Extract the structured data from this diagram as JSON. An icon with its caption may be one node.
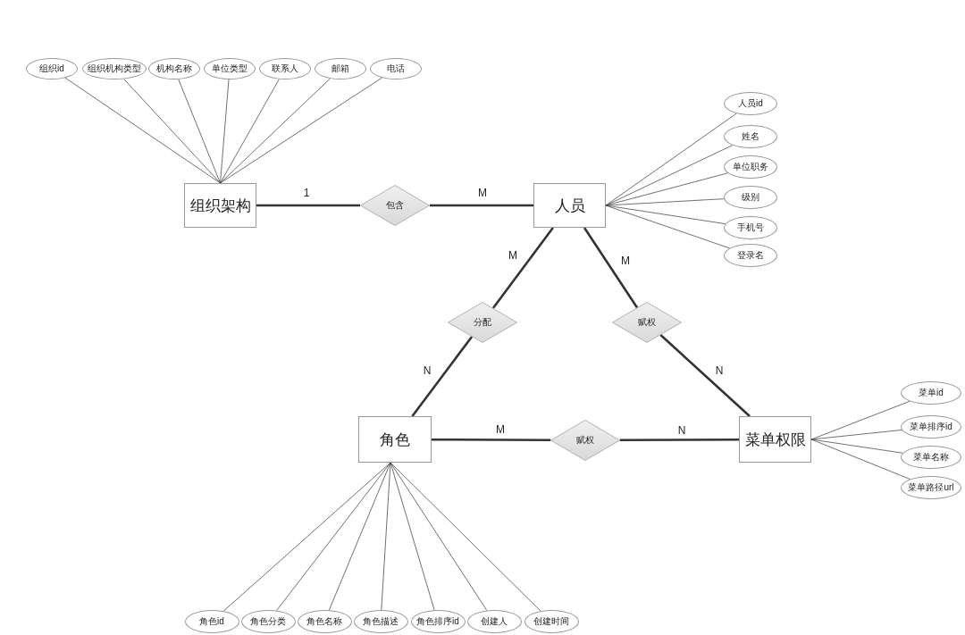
{
  "diagram": {
    "nodes": [
      {
        "text": [
          "组织id"
        ]
      },
      {
        "text": [
          "组织机构类型"
        ]
      },
      {
        "text": [
          "机构名称"
        ]
      },
      {
        "text": [
          "单位类型"
        ]
      },
      {
        "text": [
          "联系人"
        ]
      },
      {
        "text": [
          "邮箱"
        ]
      },
      {
        "text": [
          "电话"
        ]
      },
      {
        "text": [
          "人员id"
        ]
      },
      {
        "text": [
          "姓名"
        ]
      },
      {
        "text": [
          "单位职务"
        ]
      },
      {
        "text": [
          "级别"
        ]
      },
      {
        "text": [
          "手机号"
        ]
      },
      {
        "text": [
          "登录名"
        ]
      },
      {
        "text": [
          "组织架构"
        ]
      },
      {
        "text": [
          "包含"
        ]
      },
      {
        "text": [
          "人员"
        ]
      },
      {
        "text": [
          "分配"
        ]
      },
      {
        "text": [
          "赋权"
        ]
      },
      {
        "text": [
          "角色"
        ]
      },
      {
        "text": [
          "赋权"
        ]
      },
      {
        "text": [
          "菜单权限"
        ]
      },
      {
        "text": [
          "菜单id"
        ]
      },
      {
        "text": [
          "菜单排序id"
        ]
      },
      {
        "text": [
          "菜单名称"
        ]
      },
      {
        "text": [
          "菜单路径url"
        ]
      },
      {
        "text": [
          "角色id"
        ]
      },
      {
        "text": [
          "角色分类"
        ]
      },
      {
        "text": [
          "角色名称"
        ]
      },
      {
        "text": [
          "角色描述"
        ]
      },
      {
        "text": [
          "角色排序id"
        ]
      },
      {
        "text": [
          "创建人"
        ]
      },
      {
        "text": [
          "创建时间"
        ]
      }
    ],
    "edges": [
      {
        "from": 0,
        "to": 13,
        "arrow": "none"
      },
      {
        "from": 1,
        "to": 13,
        "arrow": "none"
      },
      {
        "from": 2,
        "to": 13,
        "arrow": "none"
      },
      {
        "from": 3,
        "to": 13,
        "arrow": "none"
      },
      {
        "from": 4,
        "to": 13,
        "arrow": "none"
      },
      {
        "from": 5,
        "to": 13,
        "arrow": "none"
      },
      {
        "from": 6,
        "to": 13,
        "arrow": "none"
      },
      {
        "from": 7,
        "to": 15,
        "arrow": "none"
      },
      {
        "from": 8,
        "to": 15,
        "arrow": "none"
      },
      {
        "from": 9,
        "to": 15,
        "arrow": "none"
      },
      {
        "from": 10,
        "to": 15,
        "arrow": "none"
      },
      {
        "from": 11,
        "to": 15,
        "arrow": "none"
      },
      {
        "from": 12,
        "to": 15,
        "arrow": "none"
      },
      {
        "from": 13,
        "to": 14,
        "arrow": "none",
        "label": "1",
        "style": "thick"
      },
      {
        "from": 14,
        "to": 15,
        "arrow": "none",
        "label": "M",
        "style": "thick"
      },
      {
        "from": 15,
        "to": 16,
        "arrow": "none",
        "label": "M",
        "style": "thick"
      },
      {
        "from": 16,
        "to": 18,
        "arrow": "none",
        "label": "N",
        "style": "thick"
      },
      {
        "from": 15,
        "to": 17,
        "arrow": "none",
        "label": "M",
        "style": "thick"
      },
      {
        "from": 17,
        "to": 20,
        "arrow": "none",
        "label": "N",
        "style": "thick"
      },
      {
        "from": 18,
        "to": 19,
        "arrow": "none",
        "label": "M",
        "style": "thick"
      },
      {
        "from": 19,
        "to": 20,
        "arrow": "none",
        "label": "N",
        "style": "thick"
      },
      {
        "from": 21,
        "to": 20,
        "arrow": "none"
      },
      {
        "from": 22,
        "to": 20,
        "arrow": "none"
      },
      {
        "from": 23,
        "to": 20,
        "arrow": "none"
      },
      {
        "from": 24,
        "to": 20,
        "arrow": "none"
      },
      {
        "from": 25,
        "to": 18,
        "arrow": "none"
      },
      {
        "from": 26,
        "to": 18,
        "arrow": "none"
      },
      {
        "from": 27,
        "to": 18,
        "arrow": "none"
      },
      {
        "from": 28,
        "to": 18,
        "arrow": "none"
      },
      {
        "from": 29,
        "to": 18,
        "arrow": "none"
      },
      {
        "from": 30,
        "to": 18,
        "arrow": "none"
      },
      {
        "from": 31,
        "to": 18,
        "arrow": "none"
      }
    ]
  }
}
